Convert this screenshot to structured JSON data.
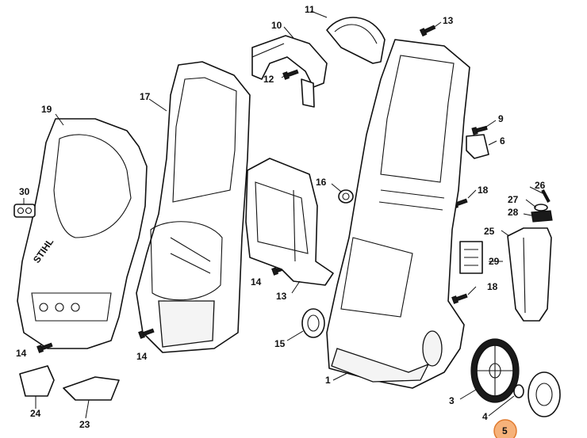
{
  "brand": "STIHL",
  "highlight_color": "#f6b27a",
  "callouts": [
    {
      "id": "1",
      "label": "1"
    },
    {
      "id": "3",
      "label": "3"
    },
    {
      "id": "4",
      "label": "4"
    },
    {
      "id": "5",
      "label": "5",
      "highlighted": true
    },
    {
      "id": "6",
      "label": "6"
    },
    {
      "id": "9",
      "label": "9"
    },
    {
      "id": "10",
      "label": "10"
    },
    {
      "id": "11",
      "label": "11"
    },
    {
      "id": "12",
      "label": "12"
    },
    {
      "id": "13a",
      "label": "13"
    },
    {
      "id": "13b",
      "label": "13"
    },
    {
      "id": "14a",
      "label": "14"
    },
    {
      "id": "14b",
      "label": "14"
    },
    {
      "id": "14c",
      "label": "14"
    },
    {
      "id": "15",
      "label": "15"
    },
    {
      "id": "16",
      "label": "16"
    },
    {
      "id": "17",
      "label": "17"
    },
    {
      "id": "18a",
      "label": "18"
    },
    {
      "id": "18b",
      "label": "18"
    },
    {
      "id": "19",
      "label": "19"
    },
    {
      "id": "23",
      "label": "23"
    },
    {
      "id": "24",
      "label": "24"
    },
    {
      "id": "25",
      "label": "25"
    },
    {
      "id": "26",
      "label": "26"
    },
    {
      "id": "27",
      "label": "27"
    },
    {
      "id": "28",
      "label": "28"
    },
    {
      "id": "29",
      "label": "29"
    },
    {
      "id": "30",
      "label": "30"
    }
  ]
}
